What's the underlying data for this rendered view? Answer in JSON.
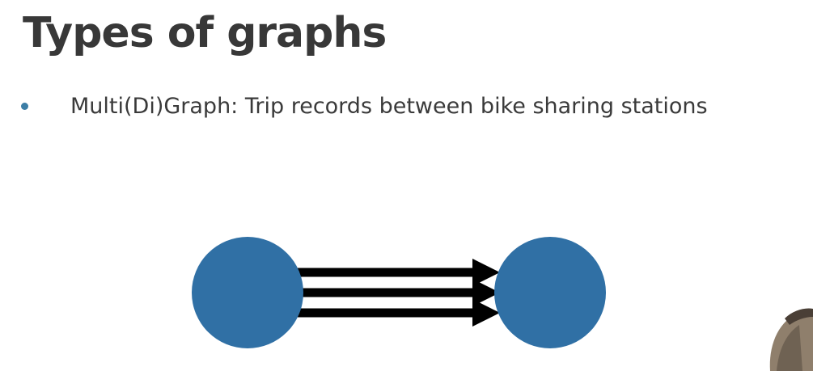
{
  "slide": {
    "title": "Types of graphs",
    "bullets": [
      {
        "text": "Multi(Di)Graph: Trip records between bike sharing stations"
      }
    ]
  },
  "diagram": {
    "type": "multi-directed-graph",
    "nodes": [
      {
        "id": "station-a"
      },
      {
        "id": "station-b"
      }
    ],
    "edges": [
      {
        "from": "station-a",
        "to": "station-b"
      },
      {
        "from": "station-a",
        "to": "station-b"
      },
      {
        "from": "station-a",
        "to": "station-b"
      }
    ]
  },
  "colors": {
    "node": "#3070a5",
    "edge": "#000000",
    "bullet": "#3c7ea6",
    "title": "#383838",
    "text": "#3a3a3a"
  }
}
